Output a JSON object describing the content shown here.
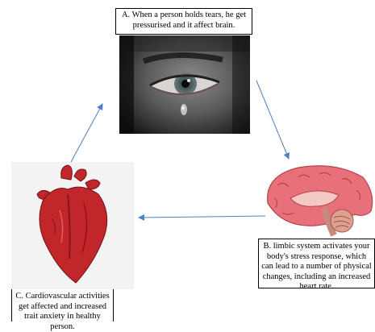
{
  "steps": {
    "a": "A. When a person holds tears, he get pressurised and it affect brain.",
    "b": "B. limbic system activates your body's stress response, which can lead to a number of physical changes, including an increased heart rate.",
    "c": "C. Cardiovascular activities get affected and increased trait anxiety in healthy person."
  },
  "images": {
    "eye": "crying-eye-photo",
    "brain": "brain-sagittal-illustration",
    "heart": "anatomical-heart-illustration"
  },
  "colors": {
    "arrow": "#4f7fc6",
    "heart": "#c0262a",
    "brain": "#e8707a"
  }
}
